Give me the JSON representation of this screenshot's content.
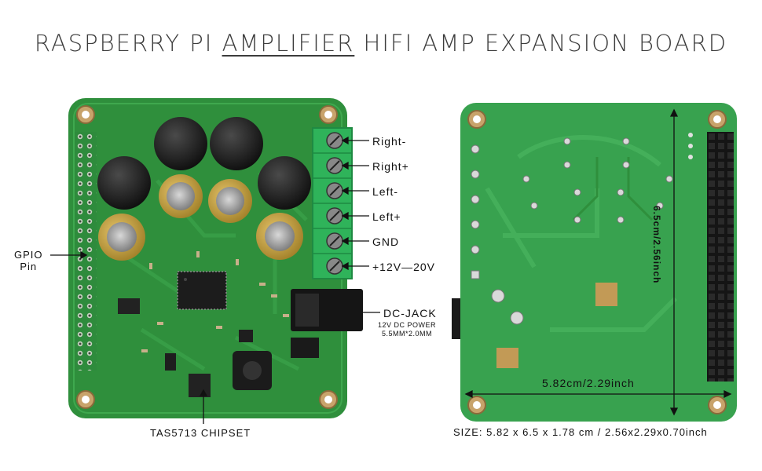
{
  "header": {
    "title_pre": "RASPBERRY PI ",
    "title_highlight": "AMPLIFIER",
    "title_post": " HIFI AMP EXPANSION BOARD"
  },
  "front_board": {
    "terminals": [
      "Right-",
      "Right+",
      "Left-",
      "Left+",
      "GND",
      "+12V—20V"
    ],
    "gpio_label_line1": "GPIO",
    "gpio_label_line2": "Pin",
    "dc_jack_label": "DC-JACK",
    "dc_power_line1": "12V DC POWER",
    "dc_power_line2": "5.5MM*2.0MM",
    "chipset_label": "TAS5713 CHIPSET"
  },
  "back_board": {
    "height_dim": "6.5cm/2.56inch",
    "width_dim": "5.82cm/2.29inch",
    "size_caption": "SIZE: 5.82 x 6.5 x 1.78 cm / 2.56x2.29x0.70inch"
  },
  "colors": {
    "pcb_green": "#2f8f3c",
    "terminal_green": "#2fb35a",
    "capacitor_gold": "#c9a64a"
  }
}
